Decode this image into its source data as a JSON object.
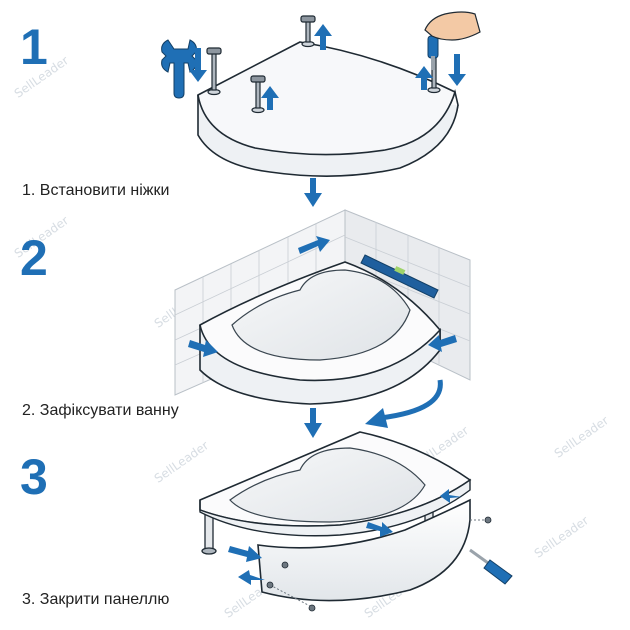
{
  "steps": [
    {
      "number": "1",
      "caption": "1. Встановити ніжки"
    },
    {
      "number": "2",
      "caption": "2. Зафіксувати ванну"
    },
    {
      "number": "3",
      "caption": "3. Закрити панеллю"
    }
  ],
  "watermark": "SellLeader",
  "colors": {
    "accent": "#1f6fb5",
    "outline": "#1f2a33",
    "tub": "#f4f6f8",
    "tile": "#f0f1f3"
  },
  "icons": [
    "wrench-icon",
    "screwdriver-icon",
    "hand-icon",
    "spirit-level-icon",
    "screw-icon",
    "arrow-icon"
  ]
}
